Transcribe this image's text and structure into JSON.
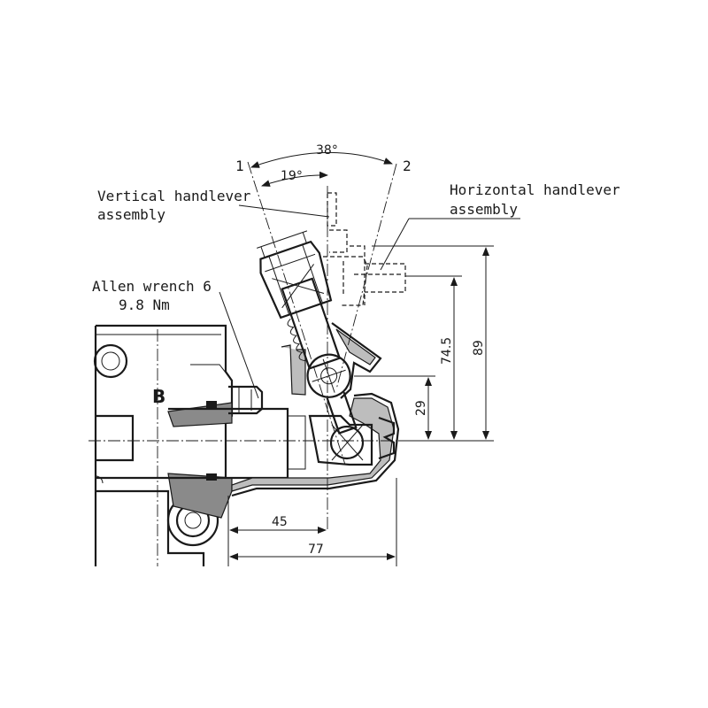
{
  "labels": {
    "position_1": "1",
    "position_2": "2",
    "angle_total": "38°",
    "angle_half": "19°",
    "vertical_line1": "Vertical handlever",
    "vertical_line2": "assembly",
    "horizontal_line1": "Horizontal handlever",
    "horizontal_line2": "assembly",
    "allen_line1": "Allen wrench 6",
    "allen_line2": "9.8 Nm",
    "port_letter": "B"
  },
  "dimensions": {
    "height_89": "89",
    "height_74_5": "74.5",
    "height_29": "29",
    "width_45": "45",
    "width_77": "77"
  }
}
